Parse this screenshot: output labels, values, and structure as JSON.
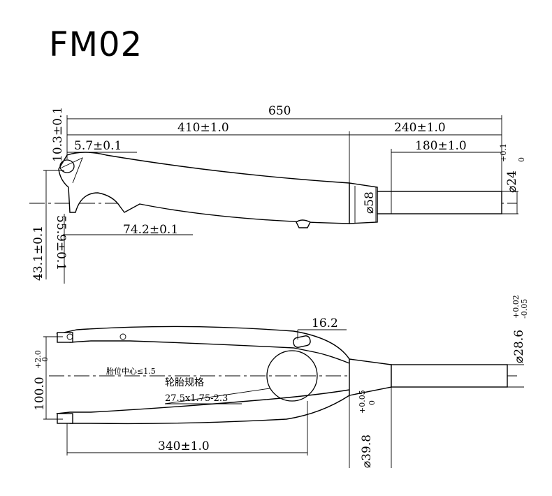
{
  "title": "FM02",
  "side_view": {
    "dim_overall": "650",
    "dim_left": "410±1.0",
    "dim_right": "240±1.0",
    "dim_steerer": "180±1.0",
    "dim_dropout": "5.7±0.1",
    "dim_top_vertical": "10.3±0.1",
    "dim_steerer_dia": "⌀24",
    "dim_steerer_tol_upper": "+0.1",
    "dim_steerer_tol_lower": "0",
    "dim_crown_dia": "⌀58",
    "dim_axle_offset": "74.2±0.1",
    "dim_rake_a": "55.9±0.1",
    "dim_rake_b": "43.1±0.1"
  },
  "front_view": {
    "dim_crown_width": "16.2",
    "dim_steerer_dia": "⌀28.6",
    "dim_steerer_tol_upper": "+0.02",
    "dim_steerer_tol_lower": "-0.05",
    "dim_spacing": "100.0",
    "dim_spacing_tol_upper": "+2.0",
    "dim_spacing_tol_lower": "0",
    "tyre_center_note": "胎位中心≤1.5",
    "tyre_spec_label": "轮胎规格",
    "tyre_spec_value": "27.5x1.75-2.3",
    "dim_crown_base_dia": "⌀39.8",
    "dim_crown_base_tol_upper": "+0.05",
    "dim_crown_base_tol_lower": "0",
    "dim_leg_length": "340±1.0"
  }
}
